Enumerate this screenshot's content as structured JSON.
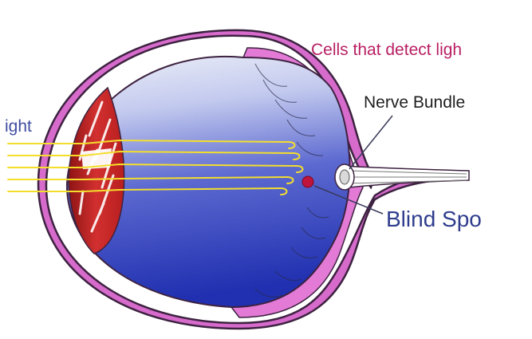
{
  "labels": {
    "light": "ight",
    "cells": "Cells that detect ligh",
    "nerve": "Nerve Bundle",
    "blind": "Blind Spo"
  },
  "colors": {
    "sclera": "#d66bcc",
    "sclera_edge": "#3d2240",
    "vitreous_light": "#e4e8f6",
    "vitreous_dark": "#2a3ab8",
    "lens": "#c62828",
    "light_ray": "#f3de2c",
    "cells_text": "#b81f63",
    "nerve_text": "#1f1f1f",
    "blind_text": "#2f3d8c",
    "light_text": "#3f4ea0",
    "blind_spot": "#c0143c"
  },
  "icons": {
    "eye": "eye-cross-section"
  }
}
